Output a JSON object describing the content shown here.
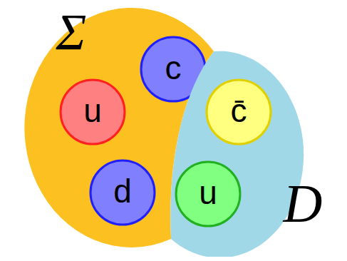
{
  "diagram": {
    "nodes": [
      {
        "text": [
          "Σ"
        ]
      },
      {
        "text": [
          "c"
        ],
        "in": 0
      },
      {
        "text": [
          "u"
        ],
        "in": 0
      },
      {
        "text": [
          "d"
        ],
        "in": 0
      },
      {
        "text": [
          "D"
        ]
      },
      {
        "text": [
          "c̄"
        ],
        "in": 4
      },
      {
        "text": [
          "u"
        ],
        "in": 4
      }
    ]
  }
}
